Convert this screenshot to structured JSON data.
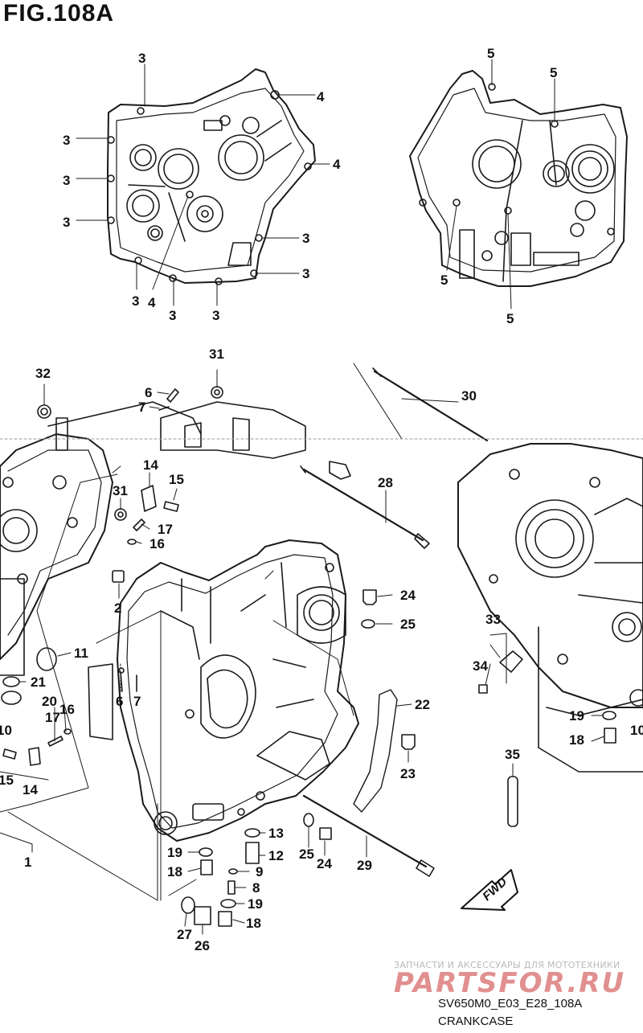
{
  "figure": {
    "title": "FIG.108A",
    "code": "SV650M0_E03_E28_108A",
    "section": "CRANKCASE"
  },
  "watermark": {
    "tagline": "ЗАПЧАСТИ И АКСЕССУАРЫ ДЛЯ МОТОТЕХНИКИ",
    "logo": "PARTSFOR.RU",
    "color": "#d86a6a"
  },
  "fwd_badge": {
    "text": "FWD"
  },
  "callouts": {
    "c3a": "3",
    "c4a": "4",
    "c3b": "3",
    "c4b": "4",
    "c3c": "3",
    "c3d": "3",
    "c3e": "3",
    "c3f": "3",
    "c3g": "3",
    "c4c": "4",
    "c3h": "3",
    "c3i": "3",
    "c5a": "5",
    "c5b": "5",
    "c5c": "5",
    "c5d": "5",
    "c32": "32",
    "c31a": "31",
    "c6a": "6",
    "c7a": "7",
    "c30": "30",
    "c14a": "14",
    "c15a": "15",
    "c31b": "31",
    "c17a": "17",
    "c16a": "16",
    "c28": "28",
    "c2": "2",
    "c24a": "24",
    "c25a": "25",
    "c11": "11",
    "c33": "33",
    "c34": "34",
    "c21": "21",
    "c20": "20",
    "c6b": "6",
    "c7b": "7",
    "c22": "22",
    "c17b": "17",
    "c16b": "16",
    "c10a": "10",
    "c19a": "19",
    "c10b": "10",
    "c18a": "18",
    "c23": "23",
    "c15b": "15",
    "c14b": "14",
    "c35": "35",
    "c13": "13",
    "c12": "12",
    "c25b": "25",
    "c24b": "24",
    "c1": "1",
    "c19b": "19",
    "c9": "9",
    "c29": "29",
    "c18b": "18",
    "c8": "8",
    "c19c": "19",
    "c27": "27",
    "c26": "26",
    "c18c": "18"
  }
}
